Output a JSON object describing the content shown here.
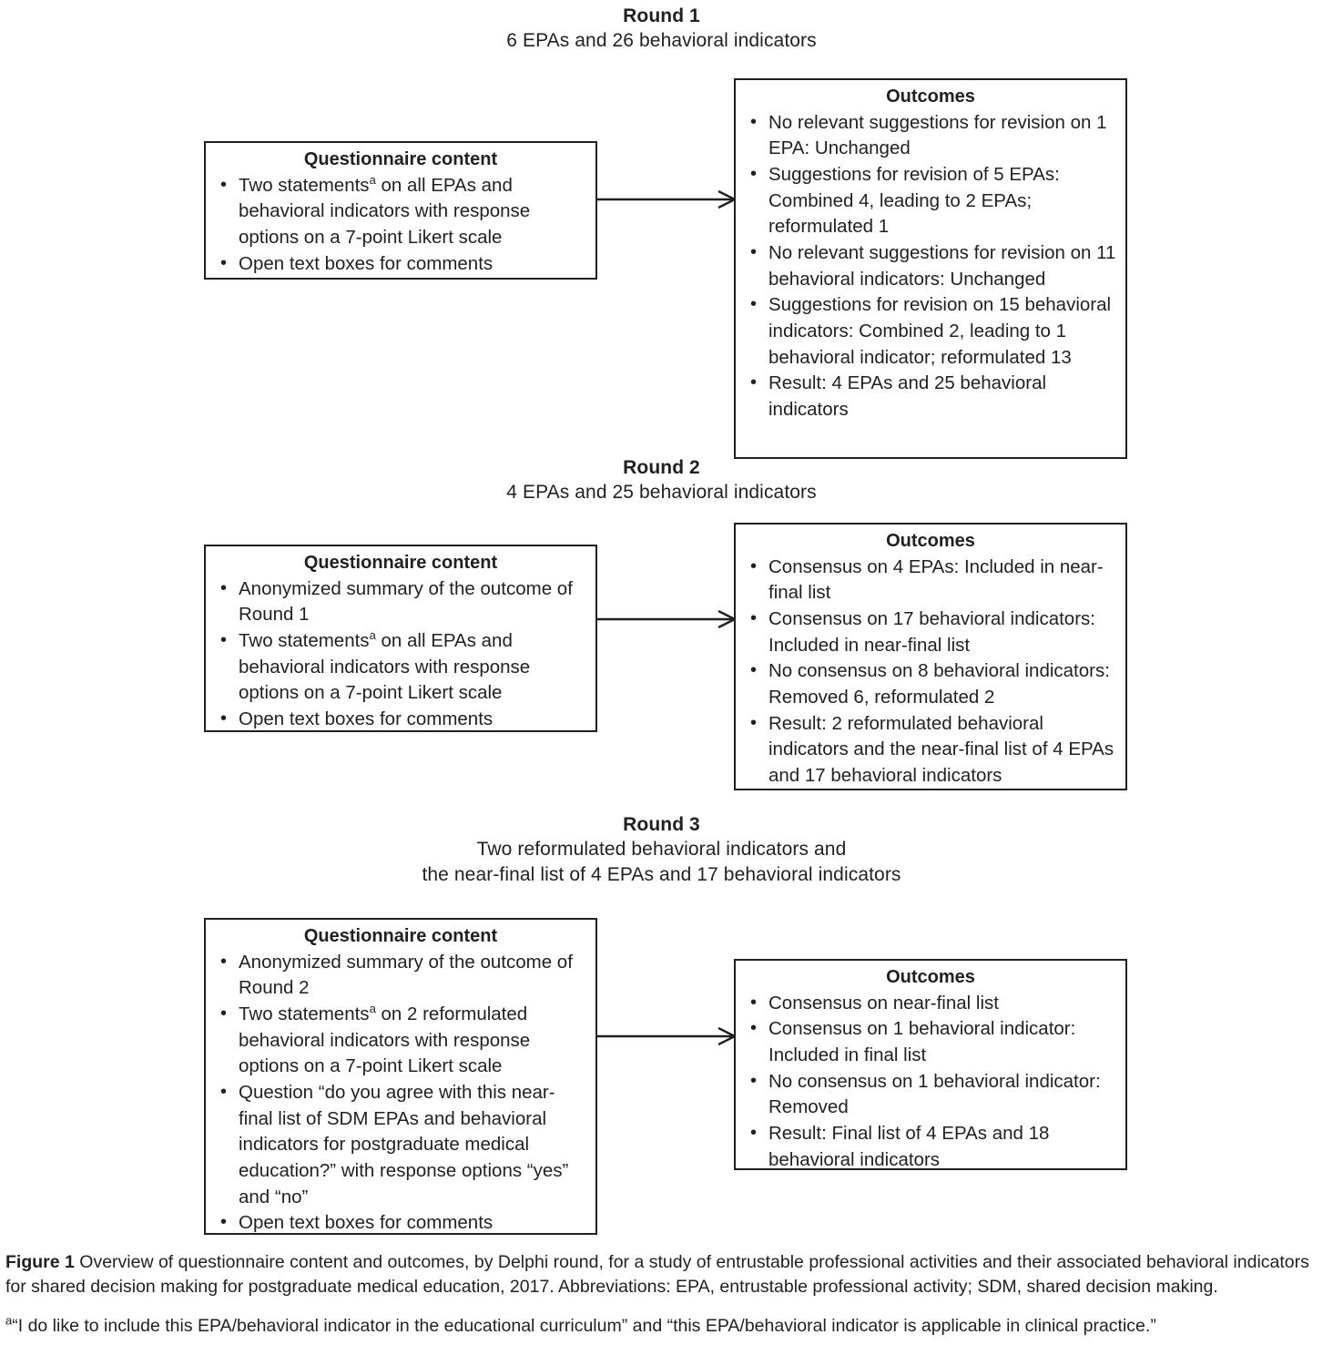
{
  "rounds": [
    {
      "title": "Round 1",
      "subtitle_lines": [
        "6 EPAs and 26 behavioral indicators"
      ],
      "questionnaire": {
        "title": "Questionnaire content",
        "items": [
          "Two statements<sup class=\"note\">a</sup> on all EPAs and behavioral indicators with response options on a 7-point Likert scale",
          "Open text boxes for comments"
        ]
      },
      "outcomes": {
        "title": "Outcomes",
        "items": [
          "No relevant suggestions for revision on 1 EPA: Unchanged",
          "Suggestions for revision of 5 EPAs: Combined 4, leading to 2 EPAs; reformulated 1",
          "No relevant suggestions for revision on 11 behavioral indicators: Unchanged",
          "Suggestions for revision on 15 behavioral indicators: Combined 2, leading to 1 behavioral indicator; reformulated 13",
          "Result: 4 EPAs and 25 behavioral indicators"
        ]
      }
    },
    {
      "title": "Round 2",
      "subtitle_lines": [
        "4 EPAs and 25 behavioral indicators"
      ],
      "questionnaire": {
        "title": "Questionnaire content",
        "items": [
          "Anonymized summary of the outcome of Round 1",
          "Two statements<sup class=\"note\">a</sup> on all EPAs and behavioral indicators with response options on a 7-point Likert scale",
          "Open text boxes for comments"
        ]
      },
      "outcomes": {
        "title": "Outcomes",
        "items": [
          "Consensus on 4 EPAs: Included in near-final list",
          "Consensus on 17 behavioral indicators: Included in near-final list",
          "No consensus on 8 behavioral indicators: Removed 6, reformulated 2",
          "Result: 2 reformulated behavioral indicators and the near-final list of 4 EPAs and 17 behavioral indicators"
        ]
      }
    },
    {
      "title": "Round 3",
      "subtitle_lines": [
        "Two reformulated behavioral indicators and",
        "the near-final list of 4 EPAs and 17 behavioral indicators"
      ],
      "questionnaire": {
        "title": "Questionnaire content",
        "items": [
          "Anonymized summary of the outcome of Round 2",
          "Two statements<sup class=\"note\">a</sup> on 2 reformulated behavioral indicators with response options on a 7-point Likert scale",
          "Question “do you agree with this near-final list of SDM EPAs and behavioral indicators for postgraduate medical education?” with response options “yes” and “no”",
          "Open text boxes for comments"
        ]
      },
      "outcomes": {
        "title": "Outcomes",
        "items": [
          "Consensus on near-final list",
          "Consensus on 1 behavioral indicator: Included in final list",
          "No consensus on 1 behavioral indicator: Removed",
          "Result: Final list of 4 EPAs and 18 behavioral indicators"
        ]
      }
    }
  ],
  "caption": {
    "label": "Figure 1",
    "body": " Overview of questionnaire content and outcomes, by Delphi round, for a study of entrustable professional activities and their associated behavioral indicators for shared decision making for postgraduate medical education, 2017. Abbreviations: EPA, entrustable professional activity; SDM, shared decision making.",
    "footnote_marker": "a",
    "footnote": "“I do like to include this EPA/behavioral indicator in the educational curriculum” and “this EPA/behavioral indicator is applicable in clinical practice.”"
  },
  "colors": {
    "ink": "#231f20",
    "background": "#ffffff"
  }
}
